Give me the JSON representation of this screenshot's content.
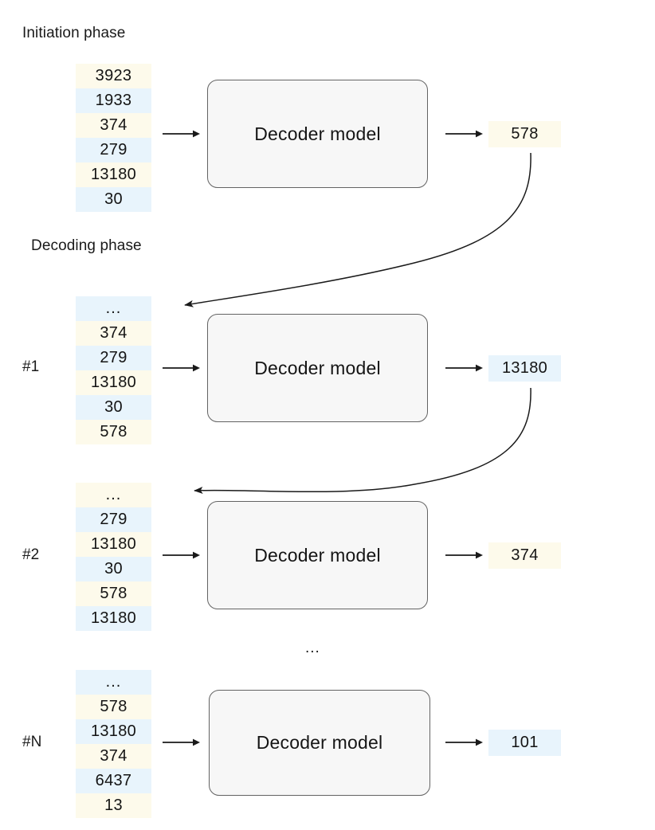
{
  "figure": {
    "background_color": "#ffffff",
    "token_color_cream": "#fdfaeb",
    "token_color_blue": "#e8f4fc",
    "box_fill": "#f7f7f7",
    "box_border": "#636363",
    "arrow_color": "#1a1a1a"
  },
  "sections": {
    "initiation": {
      "title": "Initiation phase"
    },
    "decoding": {
      "title": "Decoding phase"
    }
  },
  "mid_ellipsis": "...",
  "steps": [
    {
      "id": "initiation",
      "label": "",
      "tokens": [
        {
          "text": "3923",
          "shade": "cream"
        },
        {
          "text": "1933",
          "shade": "blue"
        },
        {
          "text": "374",
          "shade": "cream"
        },
        {
          "text": "279",
          "shade": "blue"
        },
        {
          "text": "13180",
          "shade": "cream"
        },
        {
          "text": "30",
          "shade": "blue"
        }
      ],
      "model_label": "Decoder model",
      "output": {
        "text": "578",
        "shade": "cream"
      }
    },
    {
      "id": "step1",
      "label": "#1",
      "tokens": [
        {
          "text": "...",
          "shade": "blue"
        },
        {
          "text": "374",
          "shade": "cream"
        },
        {
          "text": "279",
          "shade": "blue"
        },
        {
          "text": "13180",
          "shade": "cream"
        },
        {
          "text": "30",
          "shade": "blue"
        },
        {
          "text": "578",
          "shade": "cream"
        }
      ],
      "model_label": "Decoder model",
      "output": {
        "text": "13180",
        "shade": "blue"
      }
    },
    {
      "id": "step2",
      "label": "#2",
      "tokens": [
        {
          "text": "...",
          "shade": "cream"
        },
        {
          "text": "279",
          "shade": "blue"
        },
        {
          "text": "13180",
          "shade": "cream"
        },
        {
          "text": "30",
          "shade": "blue"
        },
        {
          "text": "578",
          "shade": "cream"
        },
        {
          "text": "13180",
          "shade": "blue"
        }
      ],
      "model_label": "Decoder model",
      "output": {
        "text": "374",
        "shade": "cream"
      }
    },
    {
      "id": "stepN",
      "label": "#N",
      "tokens": [
        {
          "text": "...",
          "shade": "blue"
        },
        {
          "text": "578",
          "shade": "cream"
        },
        {
          "text": "13180",
          "shade": "blue"
        },
        {
          "text": "374",
          "shade": "cream"
        },
        {
          "text": "6437",
          "shade": "blue"
        },
        {
          "text": "13",
          "shade": "cream"
        }
      ],
      "model_label": "Decoder model",
      "output": {
        "text": "101",
        "shade": "blue"
      }
    }
  ]
}
